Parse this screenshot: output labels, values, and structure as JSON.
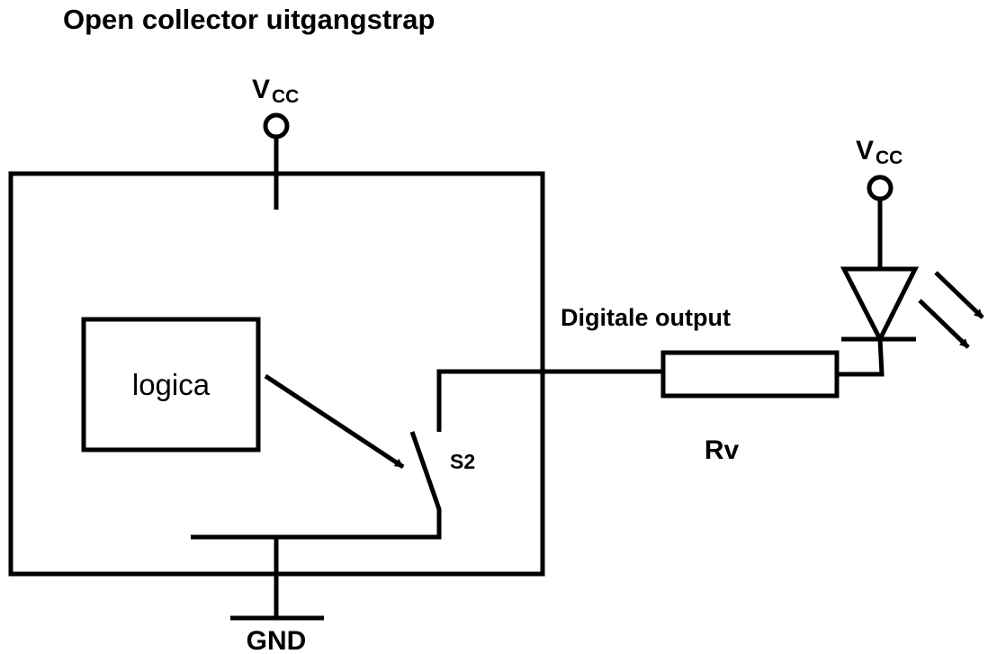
{
  "title": "Open collector uitgangstrap",
  "labels": {
    "vcc_main": "V",
    "vcc_main_sub": "CC",
    "vcc_led": "V",
    "vcc_led_sub": "CC",
    "logic": "logica",
    "switch": "S2",
    "output": "Digitale output",
    "resistor": "Rv",
    "ground": "GND"
  }
}
